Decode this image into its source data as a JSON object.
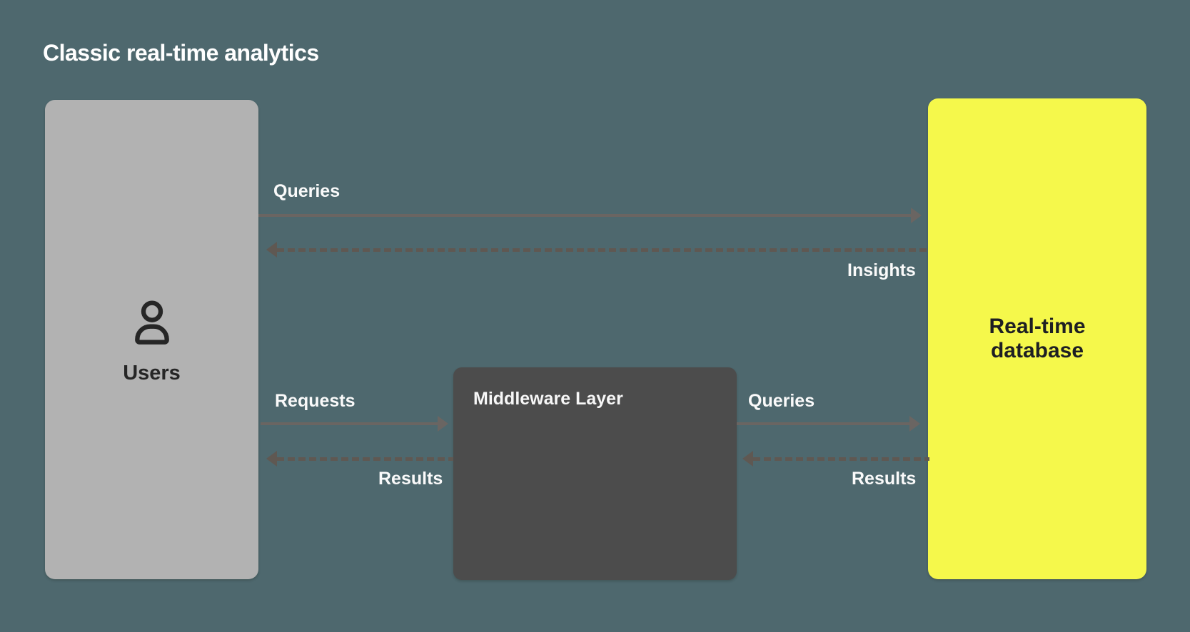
{
  "title": "Classic real-time analytics",
  "nodes": {
    "users": {
      "label": "Users",
      "icon": "user-icon",
      "fill": "#b2b2b2",
      "text_color": "#262626"
    },
    "middleware": {
      "label": "Middleware Layer",
      "fill": "#4c4c4c",
      "text_color": "#f7f7f7"
    },
    "database": {
      "label": "Real-time database",
      "fill": "#f5f84b",
      "text_color": "#1e1f23"
    }
  },
  "edges": [
    {
      "label": "Queries",
      "from": "users",
      "to": "database",
      "style": "solid",
      "direction": "right"
    },
    {
      "label": "Insights",
      "from": "database",
      "to": "users",
      "style": "dashed",
      "direction": "left"
    },
    {
      "label": "Requests",
      "from": "users",
      "to": "middleware",
      "style": "solid",
      "direction": "right"
    },
    {
      "label": "Results",
      "from": "middleware",
      "to": "users",
      "style": "dashed",
      "direction": "left"
    },
    {
      "label": "Queries",
      "from": "middleware",
      "to": "database",
      "style": "solid",
      "direction": "right"
    },
    {
      "label": "Results",
      "from": "database",
      "to": "middleware",
      "style": "dashed",
      "direction": "left"
    }
  ],
  "colors": {
    "background": "#4e686e",
    "solid_arrow": "#6a6562",
    "dashed_arrow": "#5f5852",
    "edge_label_text": "#fafafa",
    "title_text": "#ffffff"
  }
}
